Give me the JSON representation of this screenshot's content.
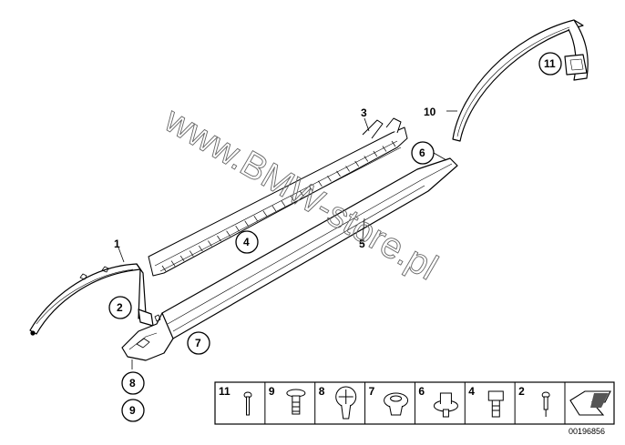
{
  "diagram": {
    "watermark": "www.BMW-store.pl",
    "catalog_number": "00196856",
    "callouts": {
      "c1": "1",
      "c2": "2",
      "c3": "3",
      "c4": "4",
      "c5": "5",
      "c6": "6",
      "c7": "7",
      "c8": "8",
      "c9": "9",
      "c10": "10",
      "c11": "11"
    },
    "legend_cells": [
      {
        "label": "11",
        "icon": "push-rivet-icon"
      },
      {
        "label": "9",
        "icon": "expanding-screw-icon"
      },
      {
        "label": "8",
        "icon": "expanding-nut-icon"
      },
      {
        "label": "7",
        "icon": "clip-icon"
      },
      {
        "label": "6",
        "icon": "screw-nut-icon"
      },
      {
        "label": "4",
        "icon": "bolt-icon"
      },
      {
        "label": "2",
        "icon": "rivet-icon"
      }
    ]
  }
}
